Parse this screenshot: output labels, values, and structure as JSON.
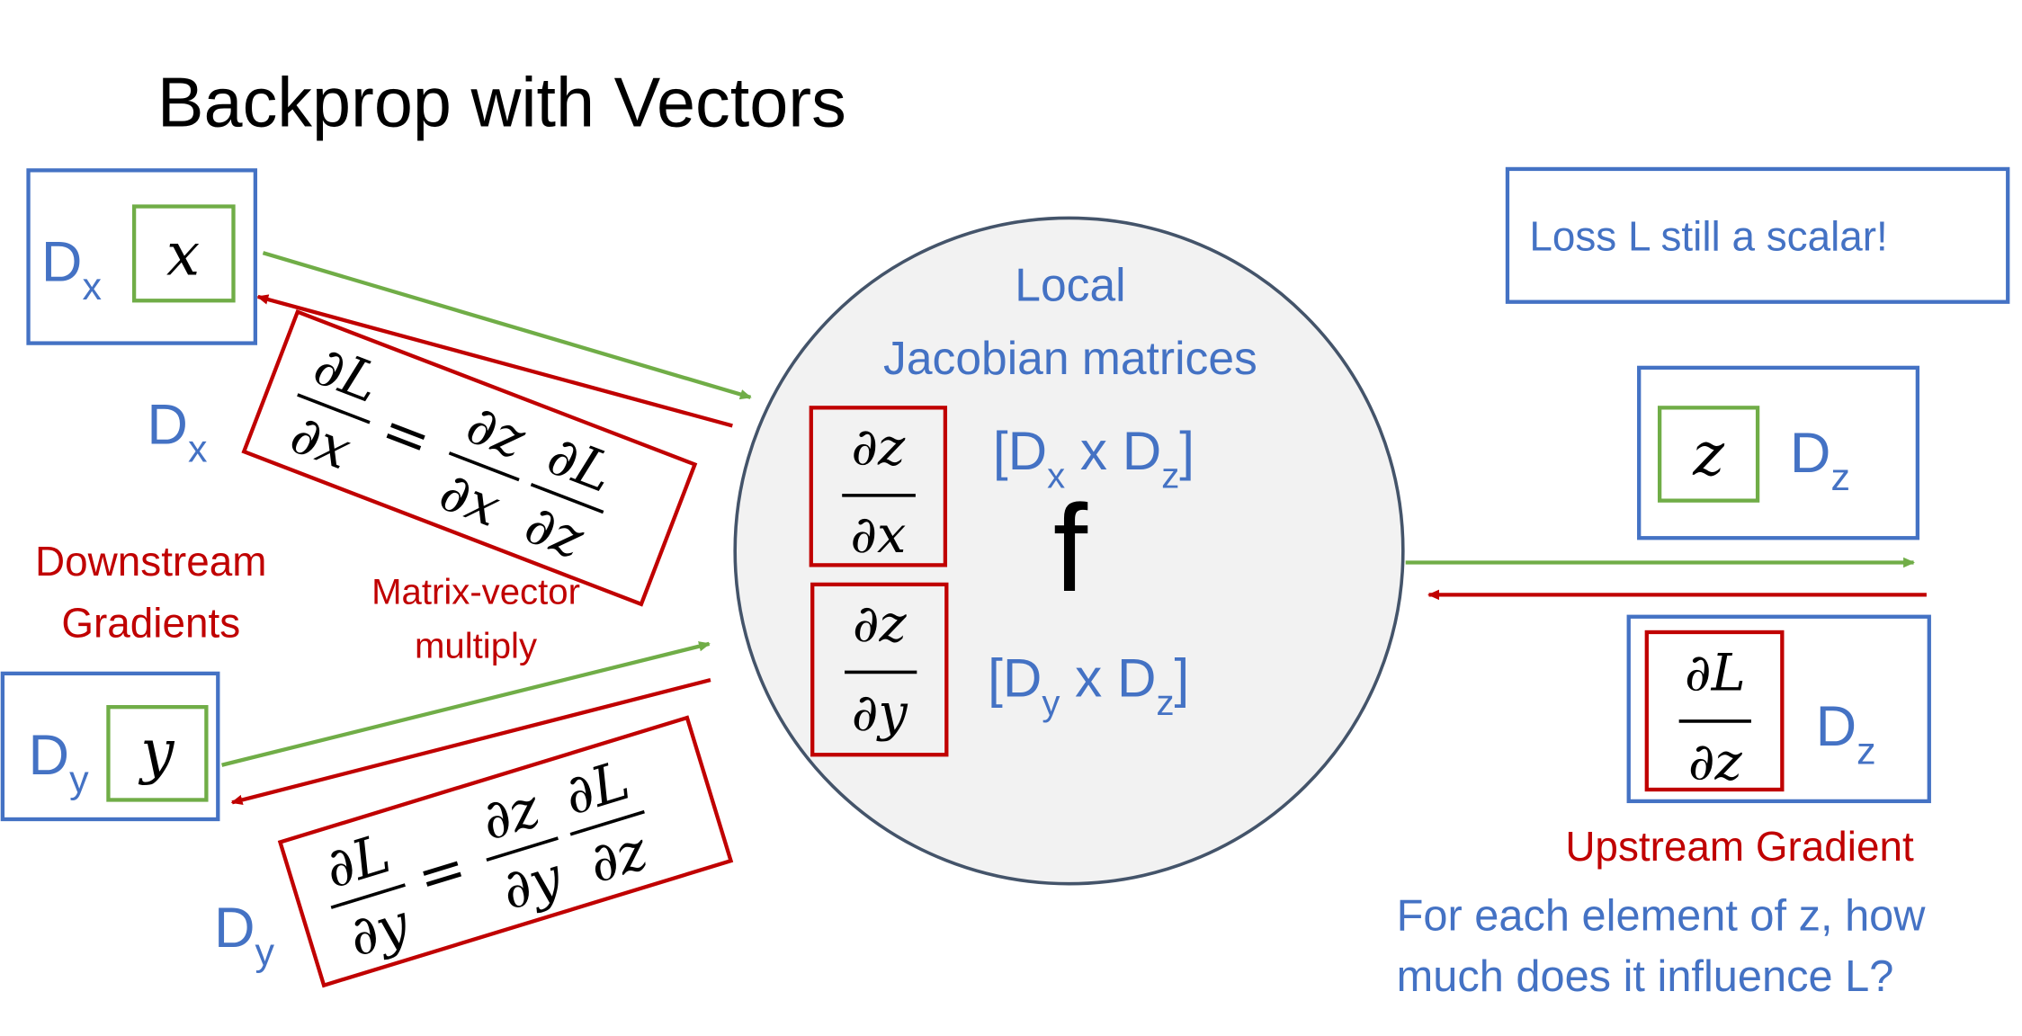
{
  "title": "Backprop with Vectors",
  "colors": {
    "blue": "#4472C4",
    "red": "#C00000",
    "green": "#70AD47",
    "circle_fill": "#F2F2F2",
    "circle_stroke": "#44546A"
  },
  "input_x": {
    "dim_label": "D",
    "dim_sub": "x",
    "var": "x"
  },
  "input_y": {
    "dim_label": "D",
    "dim_sub": "y",
    "var": "y"
  },
  "output_z": {
    "dim_label": "D",
    "dim_sub": "z",
    "var": "z"
  },
  "loss_note": "Loss L still a scalar!",
  "node": {
    "heading_line1": "Local",
    "heading_line2": "Jacobian matrices",
    "function_label": "f",
    "jacobian_x": {
      "num": "∂z",
      "den": "∂x",
      "shape_open": "[D",
      "shape_sub1": "x",
      "shape_mid": " x D",
      "shape_sub2": "z",
      "shape_close": "]"
    },
    "jacobian_y": {
      "num": "∂z",
      "den": "∂y",
      "shape_open": "[D",
      "shape_sub1": "y",
      "shape_mid": " x D",
      "shape_sub2": "z",
      "shape_close": "]"
    }
  },
  "grad_x": {
    "dim_label": "D",
    "dim_sub": "x",
    "lhs_num": "∂L",
    "lhs_den": "∂x",
    "eq": "=",
    "r1_num": "∂z",
    "r1_den": "∂x",
    "r2_num": "∂L",
    "r2_den": "∂z"
  },
  "grad_y": {
    "dim_label": "D",
    "dim_sub": "y",
    "lhs_num": "∂L",
    "lhs_den": "∂y",
    "eq": "=",
    "r1_num": "∂z",
    "r1_den": "∂y",
    "r2_num": "∂L",
    "r2_den": "∂z"
  },
  "upstream": {
    "num": "∂L",
    "den": "∂z",
    "dim_label": "D",
    "dim_sub": "z"
  },
  "labels": {
    "downstream_line1": "Downstream",
    "downstream_line2": "Gradients",
    "matvec_line1": "Matrix-vector",
    "matvec_line2": "multiply",
    "upstream": "Upstream Gradient",
    "explain_line1": "For each element of z, how",
    "explain_line2": "much does it influence L?"
  }
}
